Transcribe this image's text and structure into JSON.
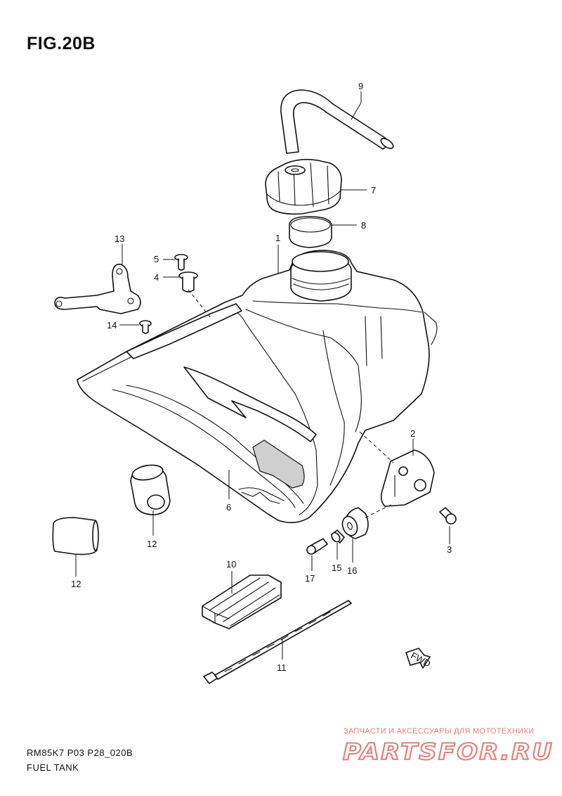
{
  "figure": {
    "title": "FIG.20B",
    "code": "RM85K7 P03 P28_020B",
    "name": "FUEL TANK"
  },
  "callouts": [
    "1",
    "2",
    "3",
    "4",
    "5",
    "6",
    "7",
    "8",
    "9",
    "10",
    "11",
    "12",
    "12",
    "13",
    "14",
    "15",
    "16",
    "17"
  ],
  "fwd_label": "FWD",
  "watermark": {
    "caption": "ЗАПЧАСТИ И АКСЕССУАРЫ ДЛЯ МОТОТЕХНИКИ",
    "logo_text": "PARTSFOR.RU",
    "color": "#e27f7f"
  },
  "colors": {
    "line": "#111111",
    "background": "#ffffff"
  }
}
